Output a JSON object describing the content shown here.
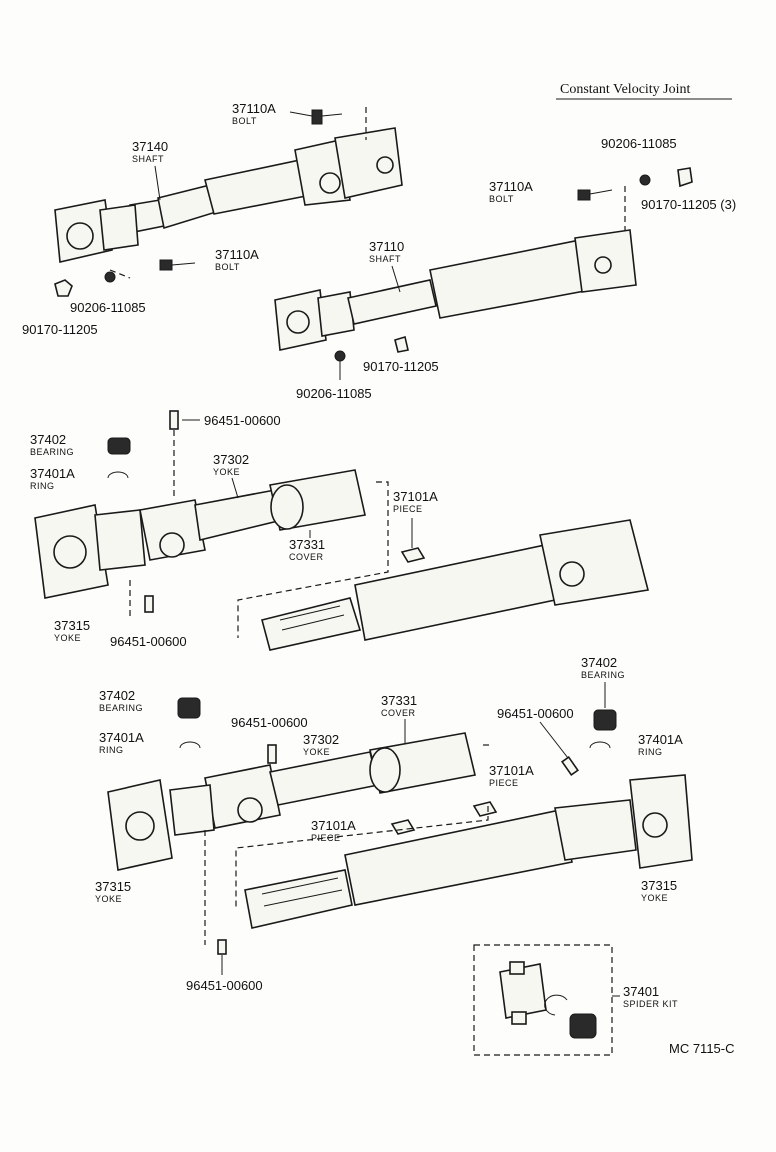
{
  "title": "Constant Velocity Joint",
  "footer_code": "MC  7115-C",
  "upper_assembly": {
    "bolt_top": {
      "number": "37110A",
      "name": "BOLT"
    },
    "shaft_a": {
      "number": "37140",
      "name": "SHAFT"
    },
    "bolt_mid": {
      "number": "37110A",
      "name": "BOLT"
    },
    "washer_left": {
      "number": "90206-11085"
    },
    "nut_left": {
      "number": "90170-11205"
    },
    "washer_right_top": {
      "number": "90206-11085"
    },
    "bolt_right": {
      "number": "37110A",
      "name": "BOLT"
    },
    "nut_right_top": {
      "number": "90170-11205 (3)"
    },
    "shaft_b": {
      "number": "37110",
      "name": "SHAFT"
    },
    "nut_lower": {
      "number": "90170-11205"
    },
    "washer_lower": {
      "number": "90206-11085"
    }
  },
  "middle_assembly": {
    "grease_fitting_top": {
      "number": "96451-00600"
    },
    "bearing": {
      "number": "37402",
      "name": "BEARING"
    },
    "ring": {
      "number": "37401A",
      "name": "RING"
    },
    "yoke_sleeve": {
      "number": "37302",
      "name": "YOKE"
    },
    "piece": {
      "number": "37101A",
      "name": "PIECE"
    },
    "cover": {
      "number": "37331",
      "name": "COVER"
    },
    "flange_yoke": {
      "number": "37315",
      "name": "YOKE"
    },
    "grease_fitting_bottom": {
      "number": "96451-00600"
    }
  },
  "lower_assembly": {
    "bearing_right": {
      "number": "37402",
      "name": "BEARING"
    },
    "bearing_left": {
      "number": "37402",
      "name": "BEARING"
    },
    "cover": {
      "number": "37331",
      "name": "COVER"
    },
    "grease_fitting_mid": {
      "number": "96451-00600"
    },
    "grease_fitting_right": {
      "number": "96451-00600"
    },
    "ring_left": {
      "number": "37401A",
      "name": "RING"
    },
    "yoke_sleeve": {
      "number": "37302",
      "name": "YOKE"
    },
    "ring_right": {
      "number": "37401A",
      "name": "RING"
    },
    "piece_right": {
      "number": "37101A",
      "name": "PIECE"
    },
    "piece_mid": {
      "number": "37101A",
      "name": "PIECE"
    },
    "flange_yoke_left": {
      "number": "37315",
      "name": "YOKE"
    },
    "flange_yoke_right": {
      "number": "37315",
      "name": "YOKE"
    },
    "grease_fitting_bottom": {
      "number": "96451-00600"
    },
    "spider_kit": {
      "number": "37401",
      "name": "SPIDER KIT"
    }
  }
}
